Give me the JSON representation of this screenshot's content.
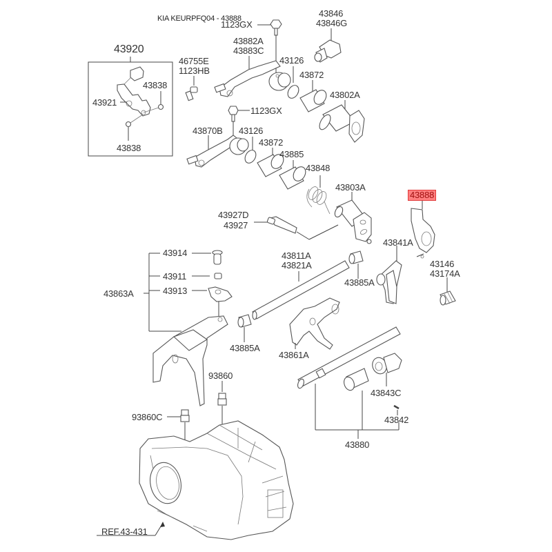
{
  "title": "KIA KEURPFQ04 - 43888",
  "highlight_color": "#ff8080",
  "labels": {
    "assembly_43920": "43920",
    "p43921": "43921",
    "p43838_top": "43838",
    "p43838_bottom": "43838",
    "p46755E": "46755E",
    "p1123HB": "1123HB",
    "p1123GX_top": "1123GX",
    "p1123GX_mid": "1123GX",
    "p43846": "43846",
    "p43846G": "43846G",
    "p43882A": "43882A",
    "p43883C": "43883C",
    "p43126_top": "43126",
    "p43872_top": "43872",
    "p43802A": "43802A",
    "p43870B": "43870B",
    "p43126_mid": "43126",
    "p43872_mid": "43872",
    "p43885": "43885",
    "p43848": "43848",
    "p43803A": "43803A",
    "p43888": "43888",
    "p43927D": "43927D",
    "p43927": "43927",
    "p43841A": "43841A",
    "p43146": "43146",
    "p43174A": "43174A",
    "p43914": "43914",
    "p43911": "43911",
    "p43913": "43913",
    "p43863A": "43863A",
    "p43811A": "43811A",
    "p43821A": "43821A",
    "p43885A_right": "43885A",
    "p43885A_left": "43885A",
    "p43861A": "43861A",
    "p93860": "93860",
    "p93860C": "93860C",
    "p43843C": "43843C",
    "p43842": "43842",
    "p43880": "43880",
    "ref": "REF.43-431"
  },
  "highlighted_part": "43888"
}
